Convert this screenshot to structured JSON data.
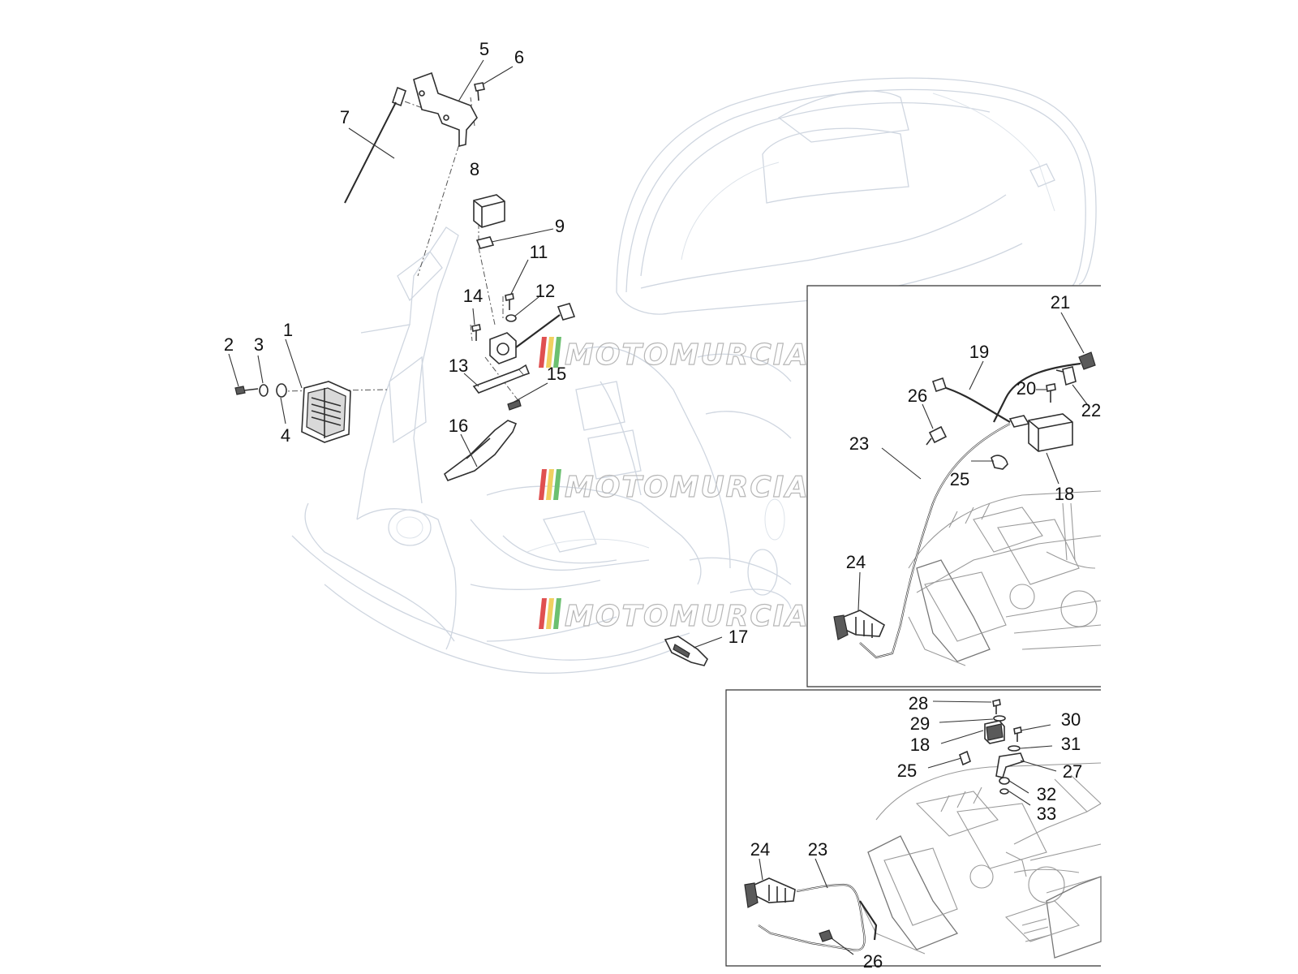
{
  "diagram": {
    "watermark": "MOTOMURCIA",
    "watermark_stripe_colors": [
      "#e05050",
      "#f0d060",
      "#6cc070"
    ],
    "callouts": {
      "main": [
        "1",
        "2",
        "3",
        "4",
        "5",
        "6",
        "7",
        "8",
        "9",
        "11",
        "12",
        "13",
        "14",
        "15",
        "16",
        "17"
      ],
      "inset_top": [
        "18",
        "19",
        "20",
        "21",
        "22",
        "23",
        "24",
        "25",
        "26"
      ],
      "inset_bottom": [
        "18",
        "23",
        "24",
        "25",
        "26",
        "27",
        "28",
        "29",
        "30",
        "31",
        "32",
        "33"
      ]
    }
  }
}
